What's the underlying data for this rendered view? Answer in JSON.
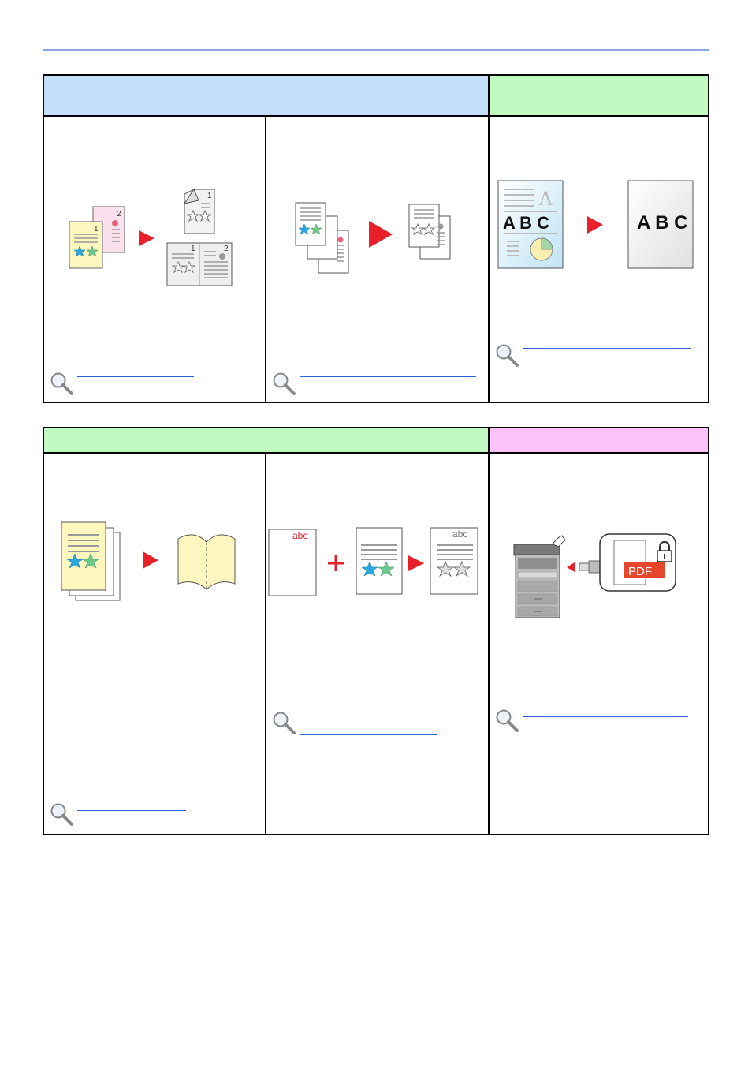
{
  "page": {
    "background": "#ffffff",
    "rule_color": "#8aa9e8"
  },
  "colors": {
    "header_blue": "#c4def9",
    "header_green": "#c0fac0",
    "header_pink": "#fac2f8",
    "arrow_red": "#e8202a",
    "link_blue": "#2b5fd9"
  },
  "icons": {
    "magnifier": "magnifier-icon",
    "arrow": "play-arrow-icon",
    "plus": "plus-icon"
  },
  "illustrations": {
    "duplex": {
      "page_labels": [
        "1",
        "2",
        "1",
        "1",
        "2"
      ]
    },
    "combine": {},
    "text_mode": {
      "label": "A B C",
      "big_letter": "A",
      "result_label": "A B C"
    },
    "booklet": {},
    "overlay": {
      "form_text": "abc",
      "result_text": "abc"
    },
    "encrypted_pdf": {
      "badge_text": "PDF"
    }
  }
}
